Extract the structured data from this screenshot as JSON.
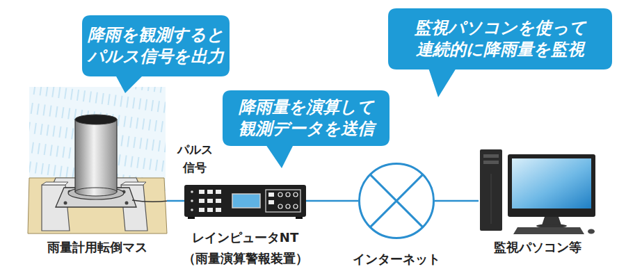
{
  "diagram": {
    "nodes": [
      {
        "text": [
          "降雨を観測すると パルス信号を出力"
        ]
      },
      {
        "text": [
          "降雨量を演算して 観測データを送信"
        ]
      },
      {
        "text": [
          "監視パソコンを使って 連続的に降雨量を監視"
        ]
      },
      {
        "text": [
          "雨量計用転倒マス"
        ]
      },
      {
        "text": [
          "レインピュータNT",
          "（雨量演算警報装置）"
        ]
      },
      {
        "text": [
          "インターネット"
        ]
      },
      {
        "text": [
          "監視パソコン等"
        ]
      }
    ],
    "edges": [
      {
        "from": 3,
        "to": 4,
        "label": "パルス 信号",
        "arrow": "none"
      },
      {
        "from": 4,
        "to": 5,
        "arrow": "none"
      },
      {
        "from": 5,
        "to": 6,
        "arrow": "none"
      }
    ]
  }
}
